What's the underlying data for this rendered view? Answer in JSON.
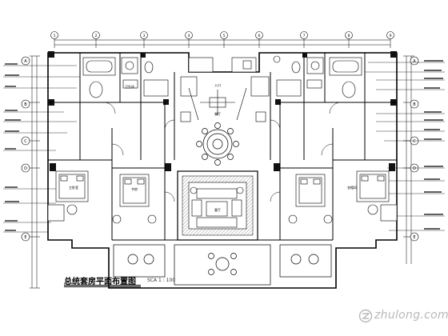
{
  "title": "总统套房平面布置图",
  "scale": "SCA 1 : 100",
  "watermark": {
    "text": "zhulong.com",
    "icon": "zhulong-logo-icon",
    "color": "#b8b8b8"
  },
  "colors": {
    "line": "#000000",
    "fill": "#ffffff",
    "hatch": "#555555"
  },
  "grid_left": [
    "A",
    "B",
    "C",
    "D",
    "E"
  ],
  "grid_right": [
    "A",
    "B",
    "C",
    "D",
    "E"
  ],
  "grid_top": [
    "1",
    "2",
    "3",
    "4",
    "5",
    "6",
    "7",
    "8",
    "9"
  ],
  "room_labels": [
    "主卧室",
    "客厅",
    "餐厅",
    "书房",
    "衣帽间",
    "卫生间",
    "入口"
  ],
  "center_room": "客厅"
}
